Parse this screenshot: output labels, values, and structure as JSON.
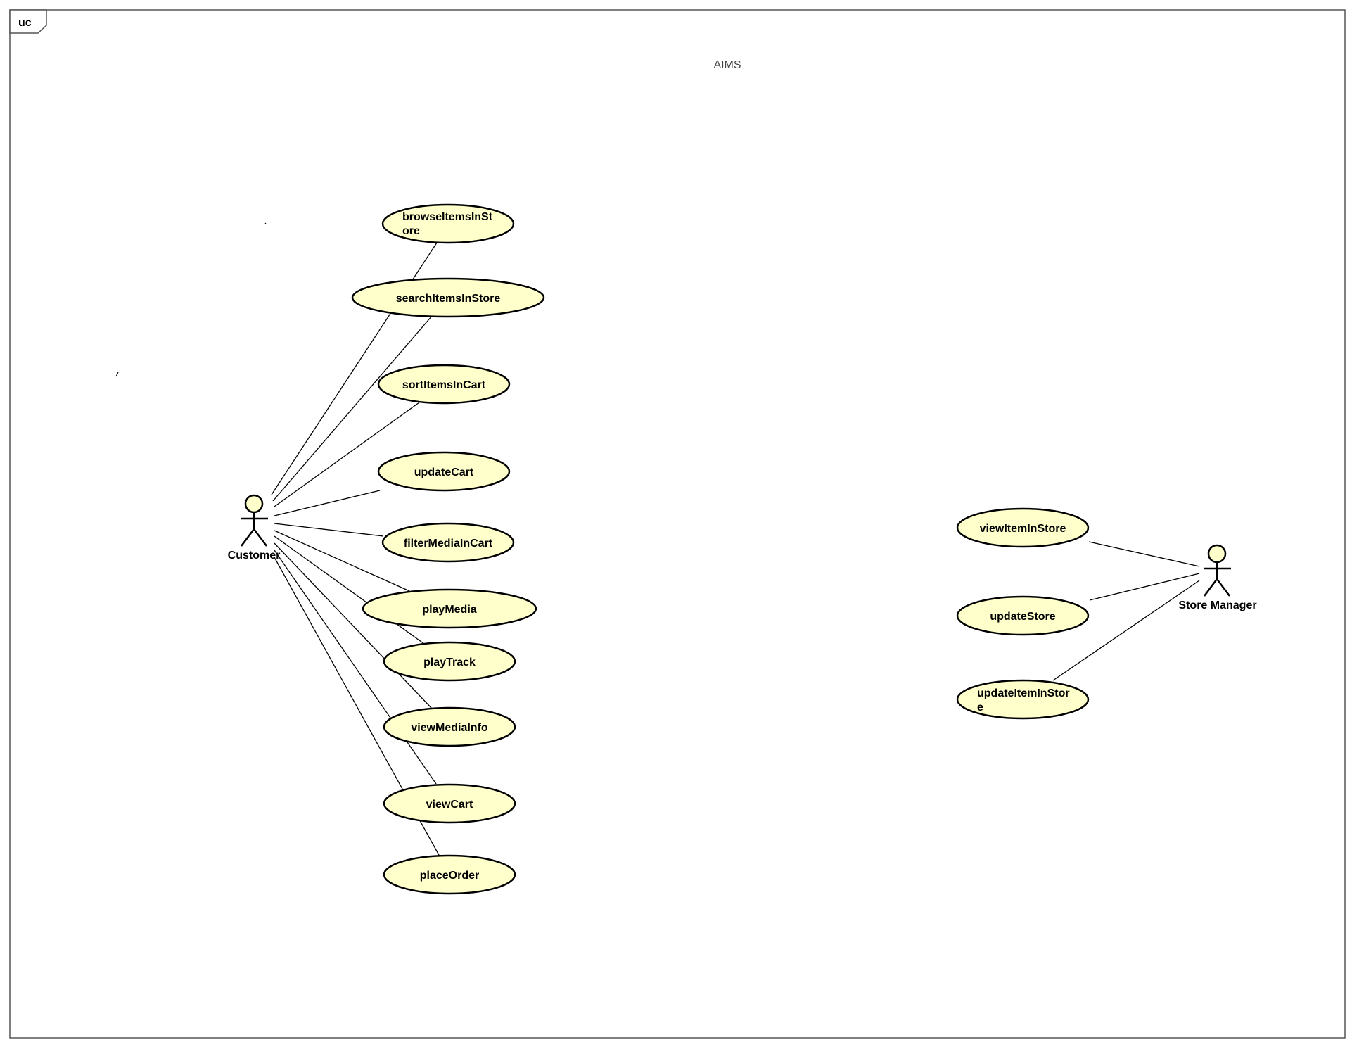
{
  "frame": {
    "label": "uc"
  },
  "system": {
    "title": "AIMS"
  },
  "actors": {
    "customer": {
      "name": "Customer"
    },
    "store_manager": {
      "name": "Store Manager"
    }
  },
  "use_cases": {
    "browse": {
      "lines": [
        "browseItemsInSt",
        "ore"
      ]
    },
    "search": {
      "lines": [
        "searchItemsInStore"
      ]
    },
    "sort": {
      "lines": [
        "sortItemsInCart"
      ]
    },
    "update_cart": {
      "lines": [
        "updateCart"
      ]
    },
    "filter": {
      "lines": [
        "filterMediaInCart"
      ]
    },
    "play_media": {
      "lines": [
        "playMedia"
      ]
    },
    "play_track": {
      "lines": [
        "playTrack"
      ]
    },
    "view_media_info": {
      "lines": [
        "viewMediaInfo"
      ]
    },
    "view_cart": {
      "lines": [
        "viewCart"
      ]
    },
    "place_order": {
      "lines": [
        "placeOrder"
      ]
    },
    "view_item": {
      "lines": [
        "viewItemInStore"
      ]
    },
    "update_store": {
      "lines": [
        "updateStore"
      ]
    },
    "update_item": {
      "lines": [
        "updateItemInStor",
        "e"
      ]
    }
  },
  "colors": {
    "usecase_fill": "#ffffcc",
    "outline": "#000000",
    "frame_stroke": "#555555"
  }
}
